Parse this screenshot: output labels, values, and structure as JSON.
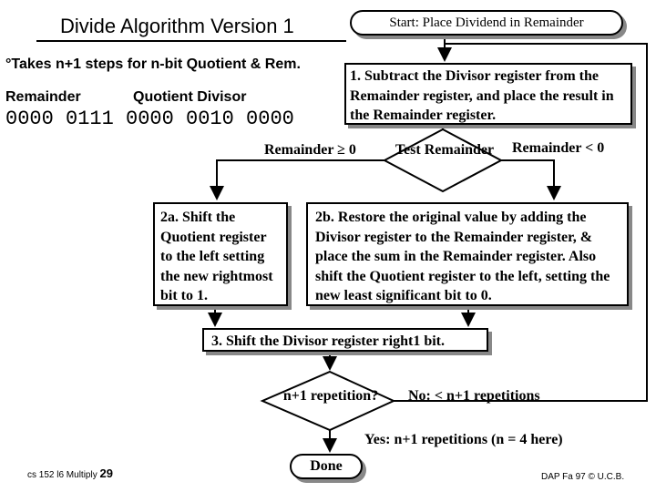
{
  "slide": {
    "title": "Divide Algorithm Version 1",
    "bullet": "°Takes n+1 steps for n-bit Quotient & Rem.",
    "registers": {
      "remainder_label": "Remainder",
      "quotient_divisor_label": "Quotient Divisor",
      "values": "0000 0111 0000 0010 0000"
    }
  },
  "flowchart": {
    "start": "Start: Place Dividend in Remainder",
    "step1": "1. Subtract the Divisor register from the Remainder register, and place the result in the Remainder register.",
    "test": "Test Remainder",
    "branch_ge": "Remainder ",
    "branch_ge_symbol": "≥ 0",
    "branch_lt": "Remainder < 0",
    "step2a": "2a. Shift the Quotient register to the left setting the new rightmost bit to 1.",
    "step2b": "2b. Restore the original value by adding the Divisor register to the Remainder register, & place the sum in the Remainder register. Also shift the Quotient register to the left, setting the new least significant bit to 0.",
    "step3": "3. Shift the Divisor register right1 bit.",
    "repetition": "n+1 repetition?",
    "no_label": "No: < n+1 repetitions",
    "yes_label": "Yes: n+1 repetitions (n = 4 here)",
    "done": "Done"
  },
  "footer": {
    "left_text": "cs 152 l6 Multiply",
    "page_number": "29",
    "right_text": "DAP Fa 97 © U.C.B."
  }
}
